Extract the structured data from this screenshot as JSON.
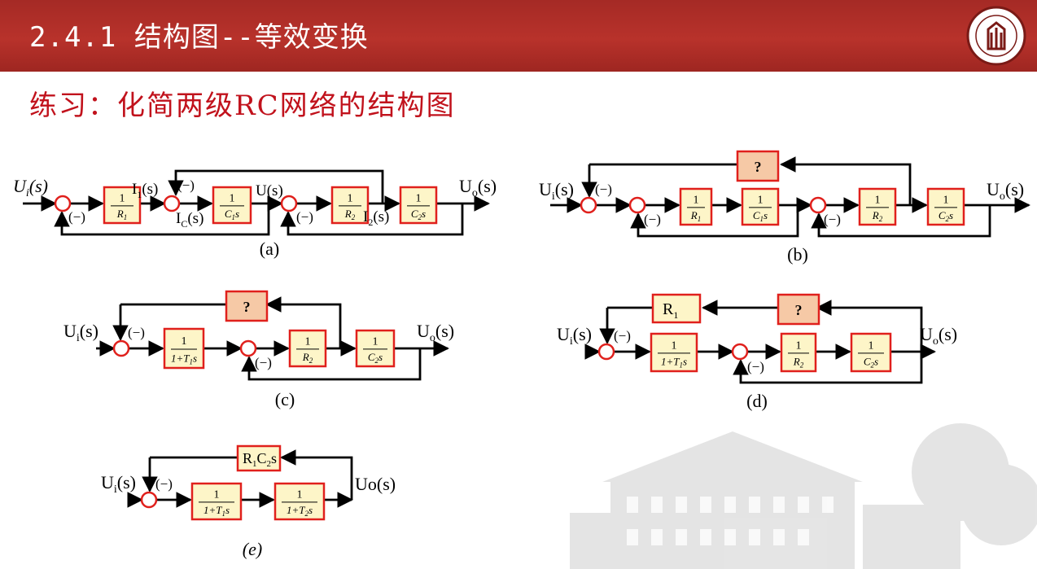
{
  "header": {
    "title": "2.4.1 结构图--等效变换"
  },
  "subtitle": "练习：化简两级RC网络的结构图",
  "common": {
    "input": "Ui(s)",
    "output": "Uo(s)",
    "neg": "(−)",
    "unknown": "?",
    "one": "1",
    "den_R1": "R1",
    "den_R2": "R2",
    "den_C1s": "C1s",
    "den_C2s": "C2s",
    "den_T1s": "1+T1s",
    "den_T2s": "1+T2s"
  },
  "diagram_a": {
    "caption": "(a)",
    "signal_I1": "I1(s)",
    "signal_U": "U(s)",
    "signal_IC": "IC(s)",
    "signal_I2": "I2(s)"
  },
  "diagram_b": {
    "caption": "(b)"
  },
  "diagram_c": {
    "caption": "(c)"
  },
  "diagram_d": {
    "caption": "(d)",
    "feedback_block": "R1"
  },
  "diagram_e": {
    "caption": "(e)",
    "input": "Ui(s)",
    "output": "Uo(s)",
    "feedback_block": "R1C2s"
  }
}
